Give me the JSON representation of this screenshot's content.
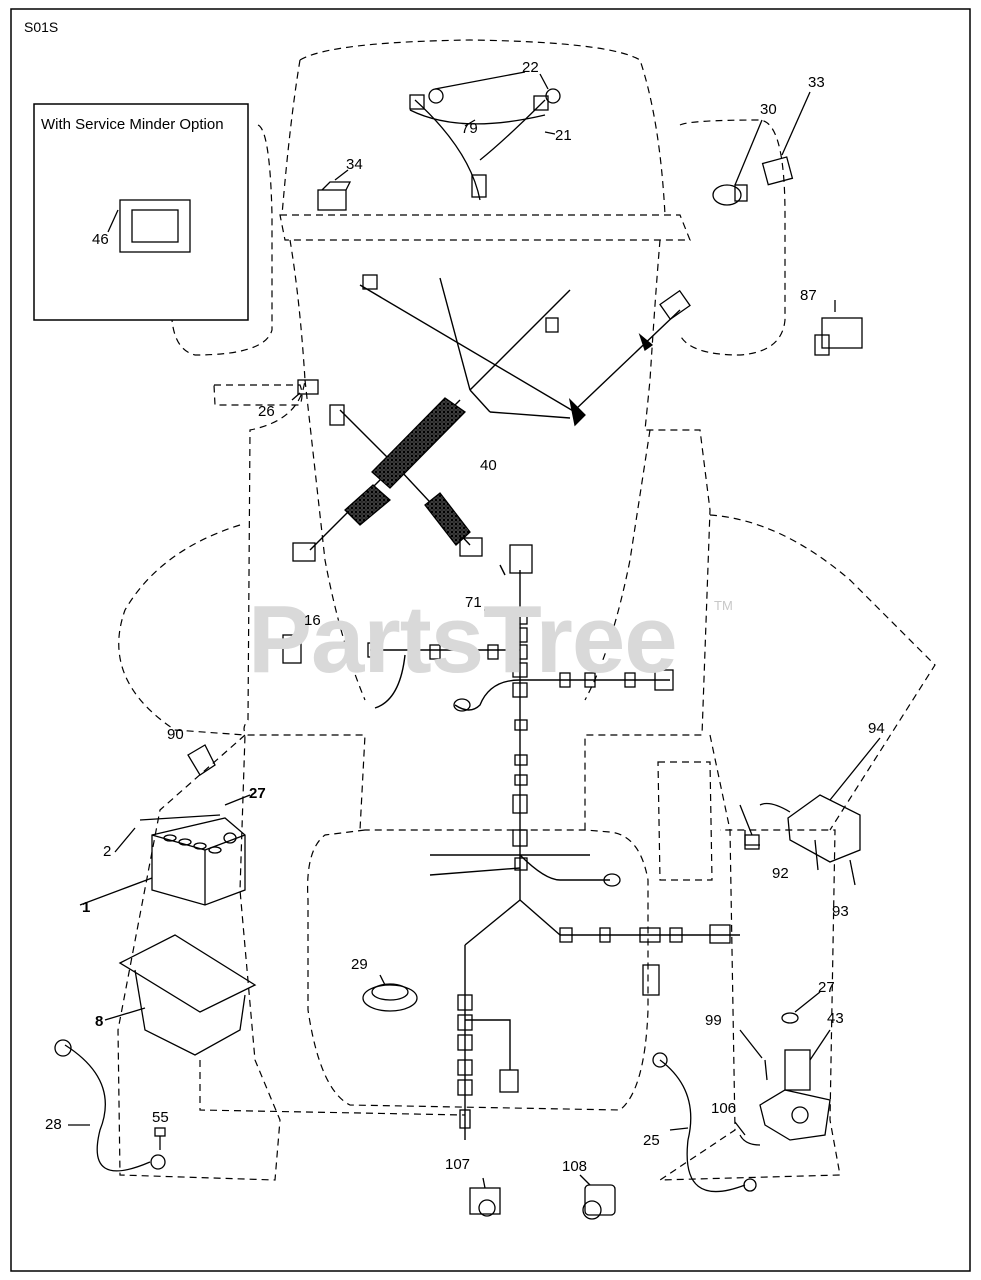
{
  "diagram_code": "S01S",
  "inset_title": "With Service Minder Option",
  "watermark": {
    "text": "PartsTree",
    "tm": "TM"
  },
  "part_labels": [
    {
      "id": "l22",
      "text": "22",
      "bold": false
    },
    {
      "id": "l21",
      "text": "21",
      "bold": false
    },
    {
      "id": "l79",
      "text": "79",
      "bold": false
    },
    {
      "id": "l34",
      "text": "34",
      "bold": false
    },
    {
      "id": "l33",
      "text": "33",
      "bold": false
    },
    {
      "id": "l30",
      "text": "30",
      "bold": false
    },
    {
      "id": "l87",
      "text": "87",
      "bold": false
    },
    {
      "id": "l46",
      "text": "46",
      "bold": false
    },
    {
      "id": "l26",
      "text": "26",
      "bold": false
    },
    {
      "id": "l40",
      "text": "40",
      "bold": false
    },
    {
      "id": "l16",
      "text": "16",
      "bold": false
    },
    {
      "id": "l71",
      "text": "71",
      "bold": false
    },
    {
      "id": "l90",
      "text": "90",
      "bold": false
    },
    {
      "id": "l27a",
      "text": "27",
      "bold": true
    },
    {
      "id": "l2",
      "text": "2",
      "bold": false
    },
    {
      "id": "l1",
      "text": "1",
      "bold": true
    },
    {
      "id": "l8",
      "text": "8",
      "bold": true
    },
    {
      "id": "l28",
      "text": "28",
      "bold": false
    },
    {
      "id": "l55",
      "text": "55",
      "bold": false
    },
    {
      "id": "l29",
      "text": "29",
      "bold": false
    },
    {
      "id": "l94",
      "text": "94",
      "bold": false
    },
    {
      "id": "l92",
      "text": "92",
      "bold": false
    },
    {
      "id": "l93",
      "text": "93",
      "bold": false
    },
    {
      "id": "l27b",
      "text": "27",
      "bold": false
    },
    {
      "id": "l43",
      "text": "43",
      "bold": false
    },
    {
      "id": "l99",
      "text": "99",
      "bold": false
    },
    {
      "id": "l106",
      "text": "106",
      "bold": false
    },
    {
      "id": "l25",
      "text": "25",
      "bold": false
    },
    {
      "id": "l107",
      "text": "107",
      "bold": false
    },
    {
      "id": "l108",
      "text": "108",
      "bold": false
    }
  ]
}
